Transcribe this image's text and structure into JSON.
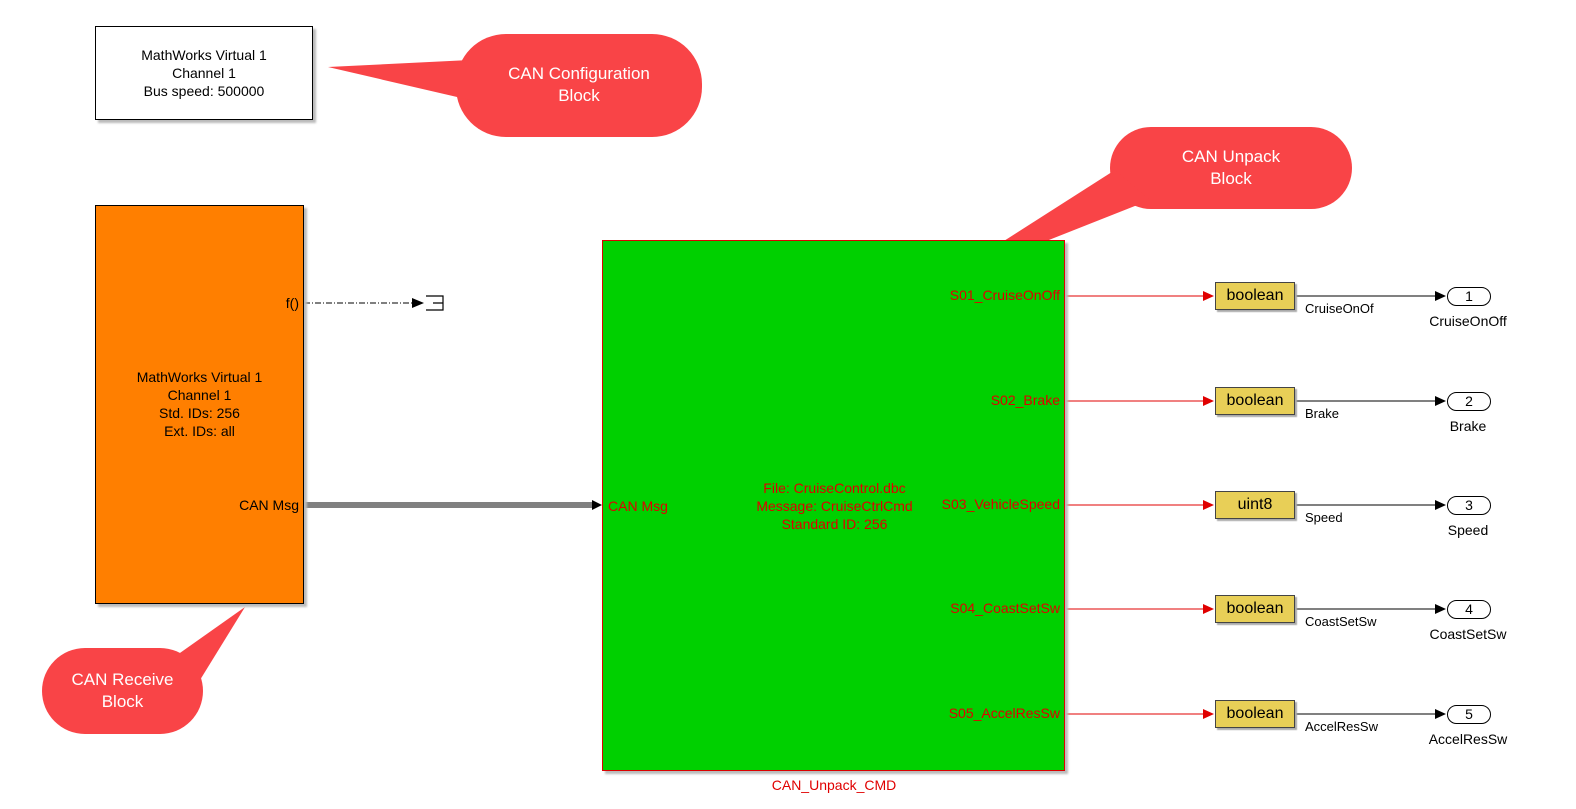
{
  "config_block": {
    "lines": [
      "MathWorks Virtual 1",
      "Channel 1",
      "Bus speed: 500000"
    ]
  },
  "receive_block": {
    "lines": [
      "MathWorks Virtual 1",
      "Channel 1",
      "Std. IDs: 256",
      "Ext. IDs: all"
    ],
    "port_fcall": "f()",
    "port_msg": "CAN Msg"
  },
  "unpack_block": {
    "name": "CAN_Unpack_CMD",
    "input_port": "CAN Msg",
    "lines": [
      "File: CruiseControl.dbc",
      "Message: CruiseCtrlCmd",
      "Standard ID: 256"
    ]
  },
  "callouts": {
    "config": [
      "CAN Configuration",
      "Block"
    ],
    "unpack": [
      "CAN Unpack",
      "Block"
    ],
    "receive": [
      "CAN Receive",
      "Block"
    ]
  },
  "signals": [
    {
      "port": "S01_CruiseOnOff",
      "type": "boolean",
      "label": "CruiseOnOf",
      "out_num": "1",
      "out_name": "CruiseOnOff"
    },
    {
      "port": "S02_Brake",
      "type": "boolean",
      "label": "Brake",
      "out_num": "2",
      "out_name": "Brake"
    },
    {
      "port": "S03_VehicleSpeed",
      "type": "uint8",
      "label": "Speed",
      "out_num": "3",
      "out_name": "Speed"
    },
    {
      "port": "S04_CoastSetSw",
      "type": "boolean",
      "label": "CoastSetSw",
      "out_num": "4",
      "out_name": "CoastSetSw"
    },
    {
      "port": "S05_AccelResSw",
      "type": "boolean",
      "label": "AccelResSw",
      "out_num": "5",
      "out_name": "AccelResSw"
    }
  ],
  "colors": {
    "callout": "#f94447",
    "receive": "#ff7f00",
    "unpack": "#00d000",
    "convert": "#e8cf57"
  }
}
